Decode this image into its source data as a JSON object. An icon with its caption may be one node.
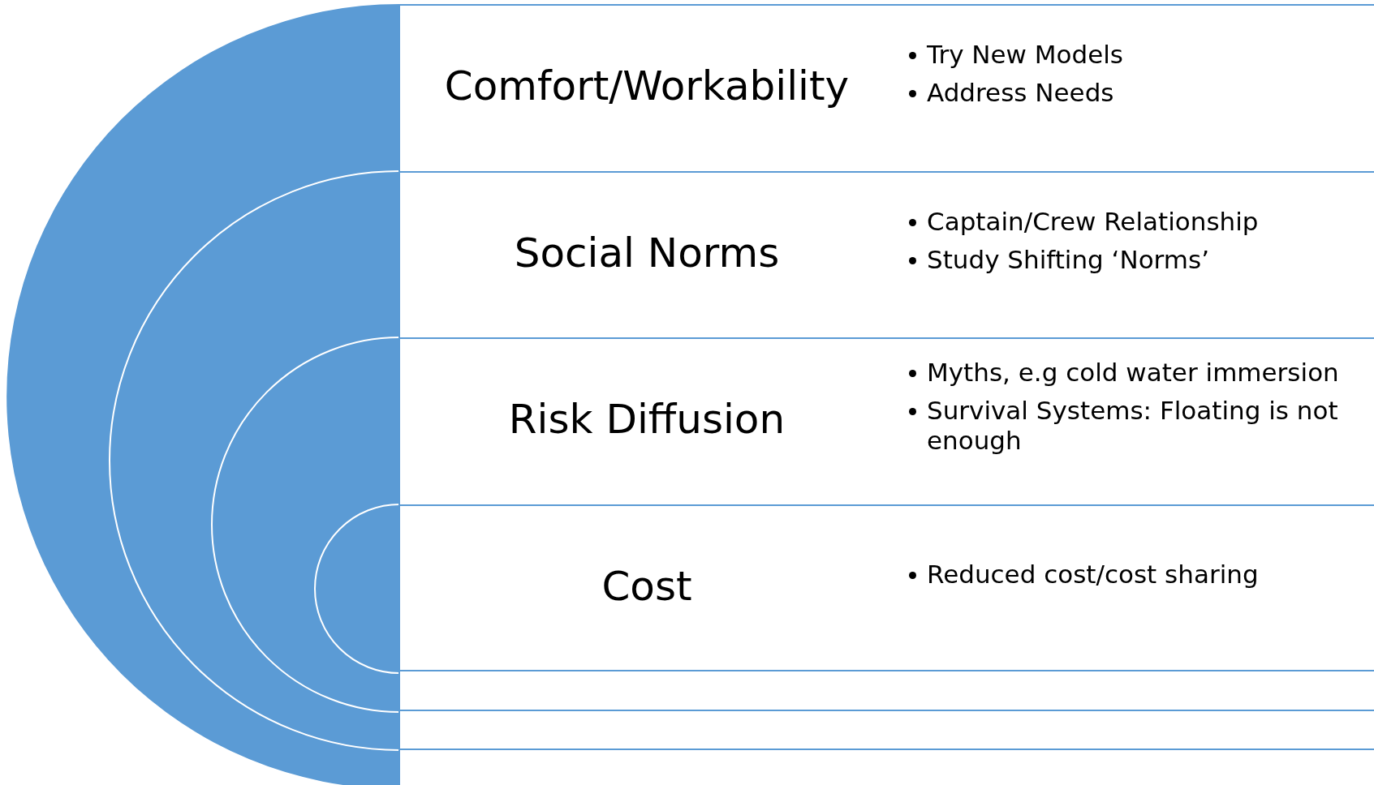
{
  "diagram": {
    "nodes": [
      {
        "text": [
          "Comfort/Workability",
          "Try New Models",
          "Address Needs"
        ]
      },
      {
        "text": [
          "Social Norms",
          "Captain/Crew Relationship",
          "Study Shifting ‘Norms’"
        ]
      },
      {
        "text": [
          "Risk Diffusion",
          "Myths, e.g cold water immersion",
          "Survival Systems: Floating is not enough"
        ]
      },
      {
        "text": [
          "Cost",
          "Reduced cost/cost sharing"
        ]
      }
    ]
  }
}
